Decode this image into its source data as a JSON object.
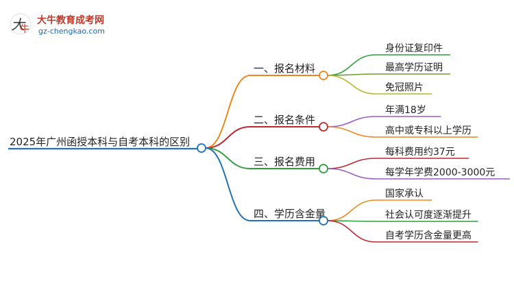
{
  "logo": {
    "title": "大牛教育成考网",
    "url": "gz-chengkao.com"
  },
  "root": {
    "label": "2025年广州函授本科与自考本科的区别",
    "color": "#1f6fb5"
  },
  "branches": [
    {
      "label": "一、报名材料",
      "color": "#f0861a",
      "leaves": [
        {
          "label": "身份证复印件",
          "color": "#2e9e3c"
        },
        {
          "label": "最高学历证明",
          "color": "#6b9e2a"
        },
        {
          "label": "免冠照片",
          "color": "#b8b52a"
        }
      ]
    },
    {
      "label": "二、报名条件",
      "color": "#c0272d",
      "leaves": [
        {
          "label": "年满18岁",
          "color": "#9b59c6"
        },
        {
          "label": "高中或专科以上学历",
          "color": "#f0861a"
        }
      ]
    },
    {
      "label": "三、报名费用",
      "color": "#2e9e3c",
      "leaves": [
        {
          "label": "每科费用约37元",
          "color": "#c0272d"
        },
        {
          "label": "每学年学费2000-3000元",
          "color": "#9b59c6"
        }
      ]
    },
    {
      "label": "四、学历含金量",
      "color": "#1f6fb5",
      "leaves": [
        {
          "label": "国家承认",
          "color": "#f0861a"
        },
        {
          "label": "社会认可度逐渐提升",
          "color": "#2e9e3c"
        },
        {
          "label": "自考学历含金量更高",
          "color": "#c0272d"
        }
      ]
    }
  ]
}
